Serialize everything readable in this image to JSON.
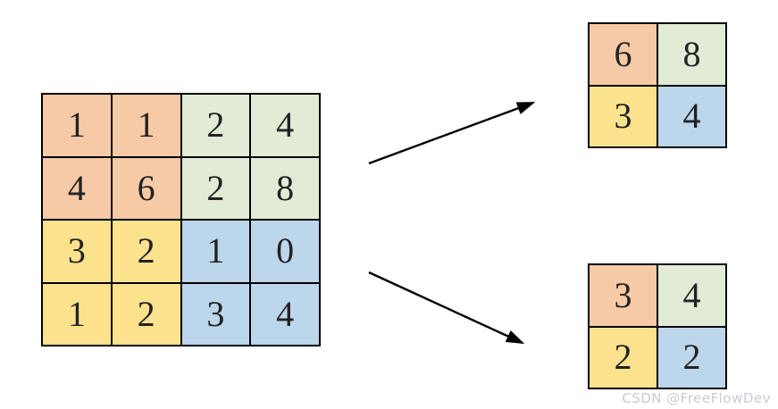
{
  "colors": {
    "salmon": "#F7CAA7",
    "green": "#E1EBD6",
    "yellow": "#FDE28E",
    "blue": "#BCD6EC",
    "grid_line": "#000000",
    "digit": "#222222",
    "arrow": "#000000",
    "watermark": "#c9ccd1"
  },
  "main_grid": {
    "rows": 4,
    "cols": 4,
    "cells": [
      {
        "value": "1",
        "color": "salmon"
      },
      {
        "value": "1",
        "color": "salmon"
      },
      {
        "value": "2",
        "color": "green"
      },
      {
        "value": "4",
        "color": "green"
      },
      {
        "value": "4",
        "color": "salmon"
      },
      {
        "value": "6",
        "color": "salmon"
      },
      {
        "value": "2",
        "color": "green"
      },
      {
        "value": "8",
        "color": "green"
      },
      {
        "value": "3",
        "color": "yellow"
      },
      {
        "value": "2",
        "color": "yellow"
      },
      {
        "value": "1",
        "color": "blue"
      },
      {
        "value": "0",
        "color": "blue"
      },
      {
        "value": "1",
        "color": "yellow"
      },
      {
        "value": "2",
        "color": "yellow"
      },
      {
        "value": "3",
        "color": "blue"
      },
      {
        "value": "4",
        "color": "blue"
      }
    ]
  },
  "max_pool_grid": {
    "rows": 2,
    "cols": 2,
    "cells": [
      {
        "value": "6",
        "color": "salmon"
      },
      {
        "value": "8",
        "color": "green"
      },
      {
        "value": "3",
        "color": "yellow"
      },
      {
        "value": "4",
        "color": "blue"
      }
    ]
  },
  "avg_pool_grid": {
    "rows": 2,
    "cols": 2,
    "cells": [
      {
        "value": "3",
        "color": "salmon"
      },
      {
        "value": "4",
        "color": "green"
      },
      {
        "value": "2",
        "color": "yellow"
      },
      {
        "value": "2",
        "color": "blue"
      }
    ]
  },
  "watermark": {
    "text": "CSDN @FreeFlowDev"
  }
}
